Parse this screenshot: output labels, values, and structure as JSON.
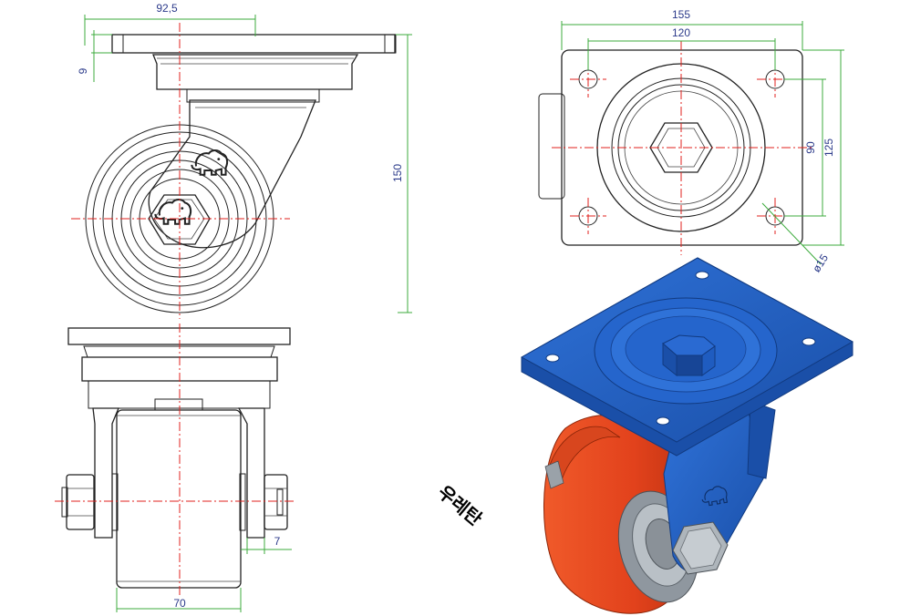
{
  "dimensions": {
    "offset_width": "92,5",
    "plate_thickness": "9",
    "total_height": "150",
    "wheel_width": "70",
    "axle_offset": "7",
    "plate_width": "155",
    "hole_spacing_x": "120",
    "hole_spacing_y": "90",
    "plate_length": "125",
    "hole_diameter": "ø15"
  },
  "label": "우레탄",
  "colors": {
    "bracket_blue": "#1f5fc4",
    "wheel_orange": "#e2421c",
    "centerline_red": "#e0201c",
    "dimension_green": "#3cab3c",
    "dimension_text": "#2b3a8a"
  },
  "icons": [
    "elephant-logo-icon"
  ]
}
